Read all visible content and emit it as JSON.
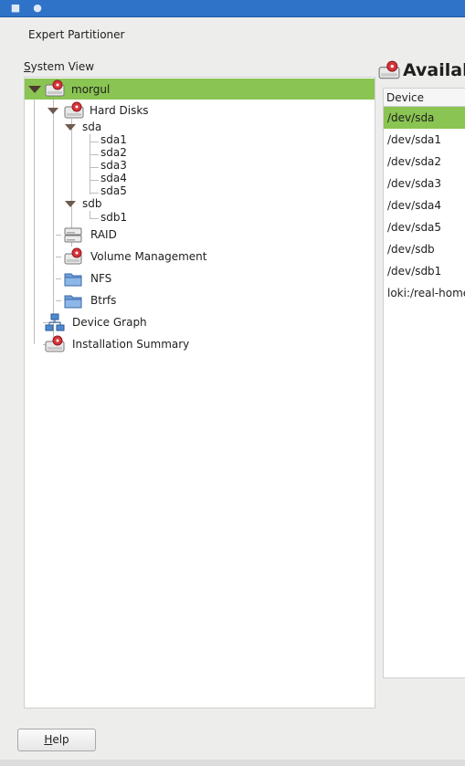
{
  "window": {
    "title": "Expert Partitioner"
  },
  "system_view": {
    "label_accel": "S",
    "label_rest": "ystem View",
    "tree": [
      {
        "label": "morgul",
        "icon": "hard-disk-red-icon",
        "selected": true
      },
      {
        "label": "Hard Disks",
        "icon": "hard-disk-red-icon"
      },
      {
        "label": "sda"
      },
      {
        "label": "sda1"
      },
      {
        "label": "sda2"
      },
      {
        "label": "sda3"
      },
      {
        "label": "sda4"
      },
      {
        "label": "sda5"
      },
      {
        "label": "sdb"
      },
      {
        "label": "sdb1"
      },
      {
        "label": "RAID",
        "icon": "raid-icon"
      },
      {
        "label": "Volume Management",
        "icon": "volume-management-icon"
      },
      {
        "label": "NFS",
        "icon": "nfs-folder-icon"
      },
      {
        "label": "Btrfs",
        "icon": "btrfs-folder-icon"
      },
      {
        "label": "Device Graph",
        "icon": "device-graph-icon"
      },
      {
        "label": "Installation Summary",
        "icon": "installation-summary-icon"
      }
    ]
  },
  "available": {
    "title": "Availabl",
    "icon": "hard-disk-red-icon",
    "column_header": "Device",
    "rows": [
      "/dev/sda",
      "/dev/sda1",
      "/dev/sda2",
      "/dev/sda3",
      "/dev/sda4",
      "/dev/sda5",
      "/dev/sdb",
      "/dev/sdb1",
      "loki:/real-home/s"
    ],
    "selected_row": 0
  },
  "buttons": {
    "help_accel": "H",
    "help_rest": "elp"
  },
  "colors": {
    "selection": "#8ac452",
    "titlebar": "#2e73c8"
  }
}
